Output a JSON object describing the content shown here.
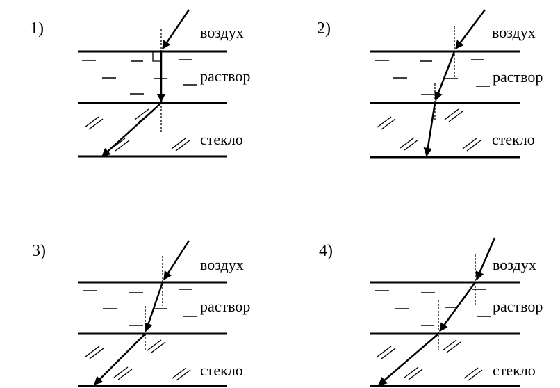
{
  "labels": {
    "air": "воздух",
    "solution": "раствор",
    "glass": "стекло"
  },
  "panels": [
    {
      "number": "1)"
    },
    {
      "number": "2)"
    },
    {
      "number": "3)"
    },
    {
      "number": "4)"
    }
  ]
}
